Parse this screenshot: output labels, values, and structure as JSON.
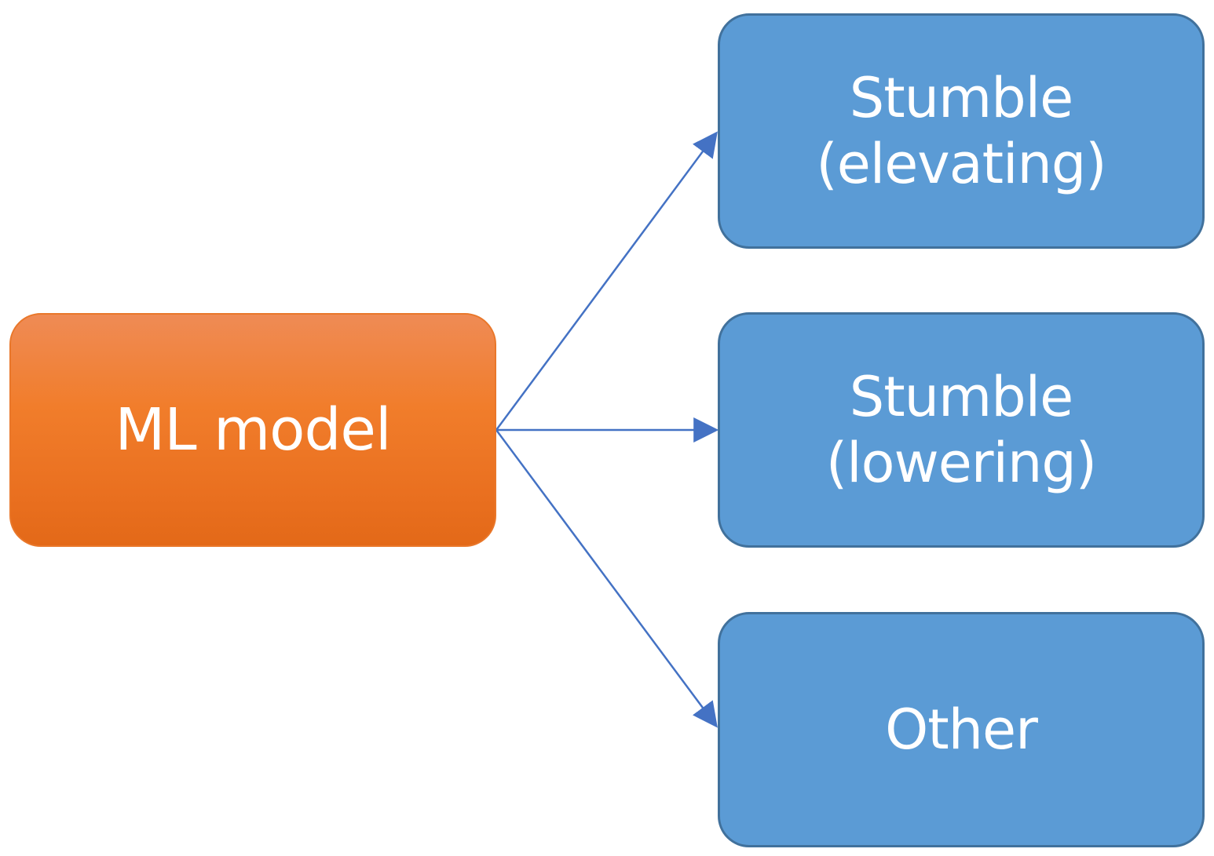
{
  "colors": {
    "source_fill": "#f07e2a",
    "target_fill": "#5b9bd5",
    "target_border": "#41719c",
    "arrow": "#4472c4",
    "text": "#ffffff"
  },
  "source": {
    "label": "ML model"
  },
  "targets": [
    {
      "label": "Stumble\n(elevating)"
    },
    {
      "label": "Stumble\n(lowering)"
    },
    {
      "label": "Other"
    }
  ]
}
